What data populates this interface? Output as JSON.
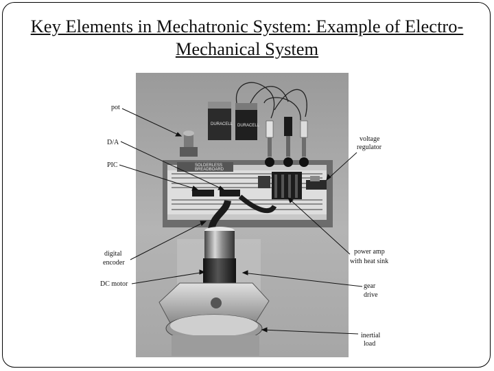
{
  "title": {
    "line1": "Key Elements in Mechatronic System: Example of Electro-",
    "line2": "Mechanical System"
  },
  "figure": {
    "labels": {
      "pot": "pot",
      "da": "D/A",
      "pic": "PIC",
      "digital_encoder": [
        "digital",
        "encoder"
      ],
      "dc_motor": "DC motor",
      "voltage_regulator": [
        "voltage",
        "regulator"
      ],
      "power_amp": [
        "power amp",
        "with heat sink"
      ],
      "gear_drive": [
        "gear",
        "drive"
      ],
      "inertial_load": [
        "inertial",
        "load"
      ]
    },
    "board_text": [
      "SOLDERLESS",
      "BREADBOARD"
    ],
    "battery_text": "DURACELL"
  }
}
